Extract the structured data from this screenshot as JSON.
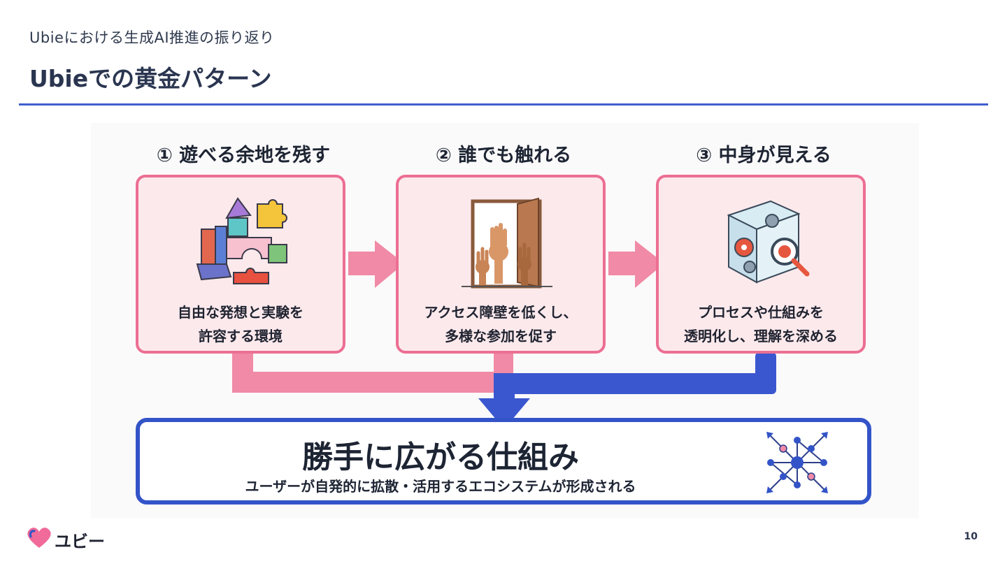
{
  "header": {
    "subtitle": "Ubieにおける生成AI推進の振り返り",
    "title": "Ubieでの黄金パターン"
  },
  "steps": [
    {
      "title": "① 遊べる余地を残す",
      "lines": [
        "自由な発想と実験を",
        "許容する環境"
      ],
      "icon": "building-blocks-icon"
    },
    {
      "title": "② 誰でも触れる",
      "lines": [
        "アクセス障壁を低くし、",
        "多様な参加を促す"
      ],
      "icon": "open-door-hands-icon"
    },
    {
      "title": "③ 中身が見える",
      "lines": [
        "プロセスや仕組みを",
        "透明化し、理解を深める"
      ],
      "icon": "transparent-cube-gears-icon"
    }
  ],
  "result": {
    "main": "勝手に広がる仕組み",
    "sub": "ユーザーが自発的に拡散・活用するエコシステムが形成される",
    "icon": "network-expansion-icon"
  },
  "footer": {
    "logo_text": "ユビー",
    "page_number": "10"
  },
  "colors": {
    "accent_blue": "#3354c8",
    "accent_pink": "#ec6f93",
    "card_fill": "#fce9ec"
  }
}
